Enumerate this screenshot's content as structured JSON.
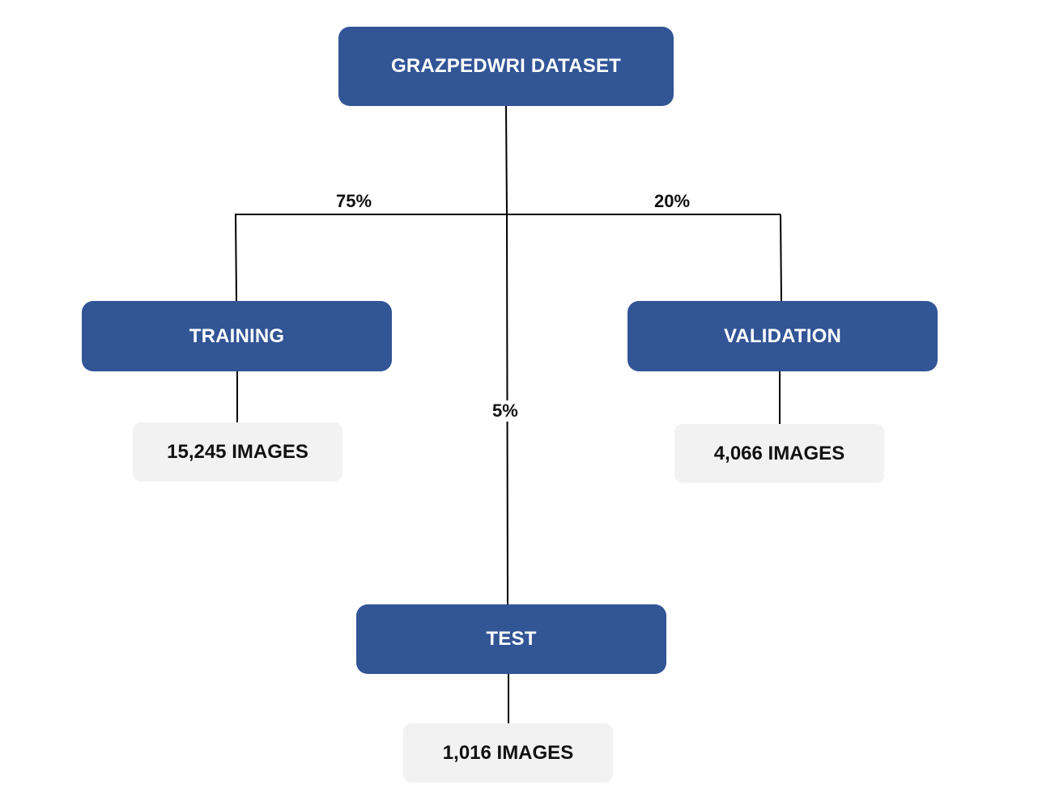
{
  "nodes": {
    "root": "GRAZPEDWRI DATASET",
    "training": "TRAINING",
    "validation": "VALIDATION",
    "test": "TEST"
  },
  "counts": {
    "training": "15,245 IMAGES",
    "validation": "4,066 IMAGES",
    "test": "1,016 IMAGES"
  },
  "splits": {
    "training": "75%",
    "validation": "20%",
    "test": "5%"
  },
  "colors": {
    "node_fill": "#325596",
    "count_fill": "#f2f2f2",
    "connector": "#000000"
  }
}
